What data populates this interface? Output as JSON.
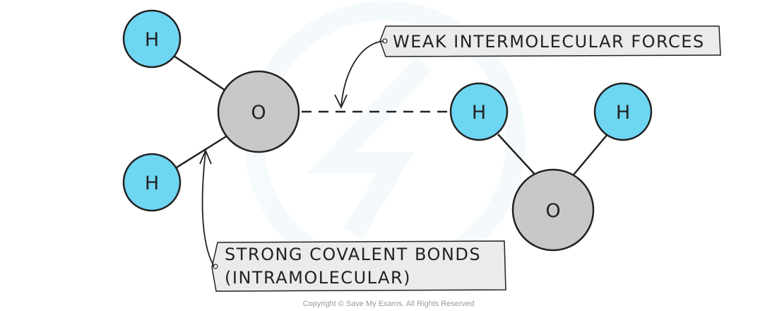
{
  "molecule_left": {
    "oxygen": "O",
    "hydrogen_top": "H",
    "hydrogen_bottom": "H"
  },
  "molecule_right": {
    "oxygen": "O",
    "hydrogen_left": "H",
    "hydrogen_right": "H"
  },
  "callouts": {
    "weak": "WEAK INTERMOLECULAR FORCES",
    "strong_line1": "STRONG COVALENT BONDS",
    "strong_line2": "(INTRAMOLECULAR)"
  },
  "copyright": "Copyright © Save My Exams. All Rights Reserved",
  "colors": {
    "hydrogen": "#6FD6F2",
    "oxygen": "#C8C8C8",
    "callout_box": "#EBEBEB",
    "outline": "#222222"
  }
}
